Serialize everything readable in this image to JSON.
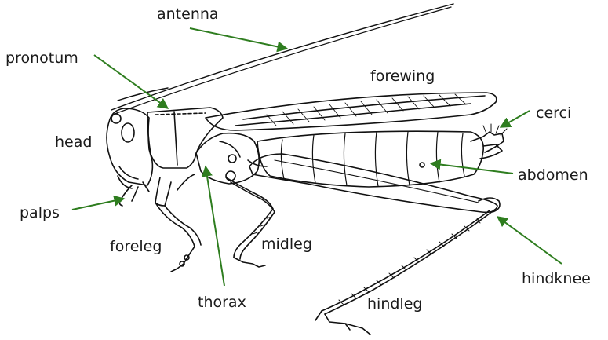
{
  "labels": {
    "antenna": "antenna",
    "pronotum": "pronotum",
    "forewing": "forewing",
    "cerci": "cerci",
    "head": "head",
    "abdomen": "abdomen",
    "palps": "palps",
    "foreleg": "foreleg",
    "midleg": "midleg",
    "hindknee": "hindknee",
    "thorax": "thorax",
    "hindleg": "hindleg"
  },
  "colors": {
    "arrow": "#2e7d1f",
    "outline": "#111111",
    "background": "#ffffff"
  }
}
